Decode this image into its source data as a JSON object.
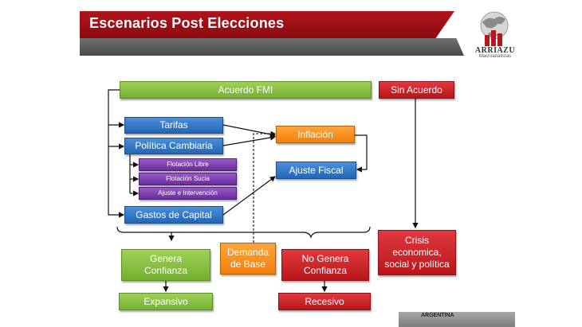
{
  "header": {
    "title": "Escenarios Post Elecciones"
  },
  "logo": {
    "name": "ARRIAZU",
    "subtitle": "Macroanalistas"
  },
  "nodes": {
    "acuerdo_fmi": "Acuerdo FMI",
    "sin_acuerdo": "Sin Acuerdo",
    "tarifas": "Tarifas",
    "politica_cambiaria": "Política Cambiaria",
    "flotacion_libre": "Flotación Libre",
    "flotacion_sucia": "Flotación Sucia",
    "ajuste_intervencion": "Ajuste e Intervención",
    "gastos_capital": "Gastos de Capital",
    "inflacion": "Inflación",
    "ajuste_fiscal": "Ajuste Fiscal",
    "genera_confianza": "Genera Confianza",
    "demanda_base": "Demanda de Base",
    "no_genera_confianza": "No Genera Confianza",
    "crisis": "Crisis economica, social y política",
    "expansivo": "Expansivo",
    "recesivo": "Recesivo"
  },
  "colors": {
    "red": "#b8161c",
    "green": "#74b030",
    "blue": "#2466b4",
    "purple": "#6a2d9b",
    "orange": "#f0800c"
  },
  "footer": {
    "label": "ARGENTINA"
  }
}
